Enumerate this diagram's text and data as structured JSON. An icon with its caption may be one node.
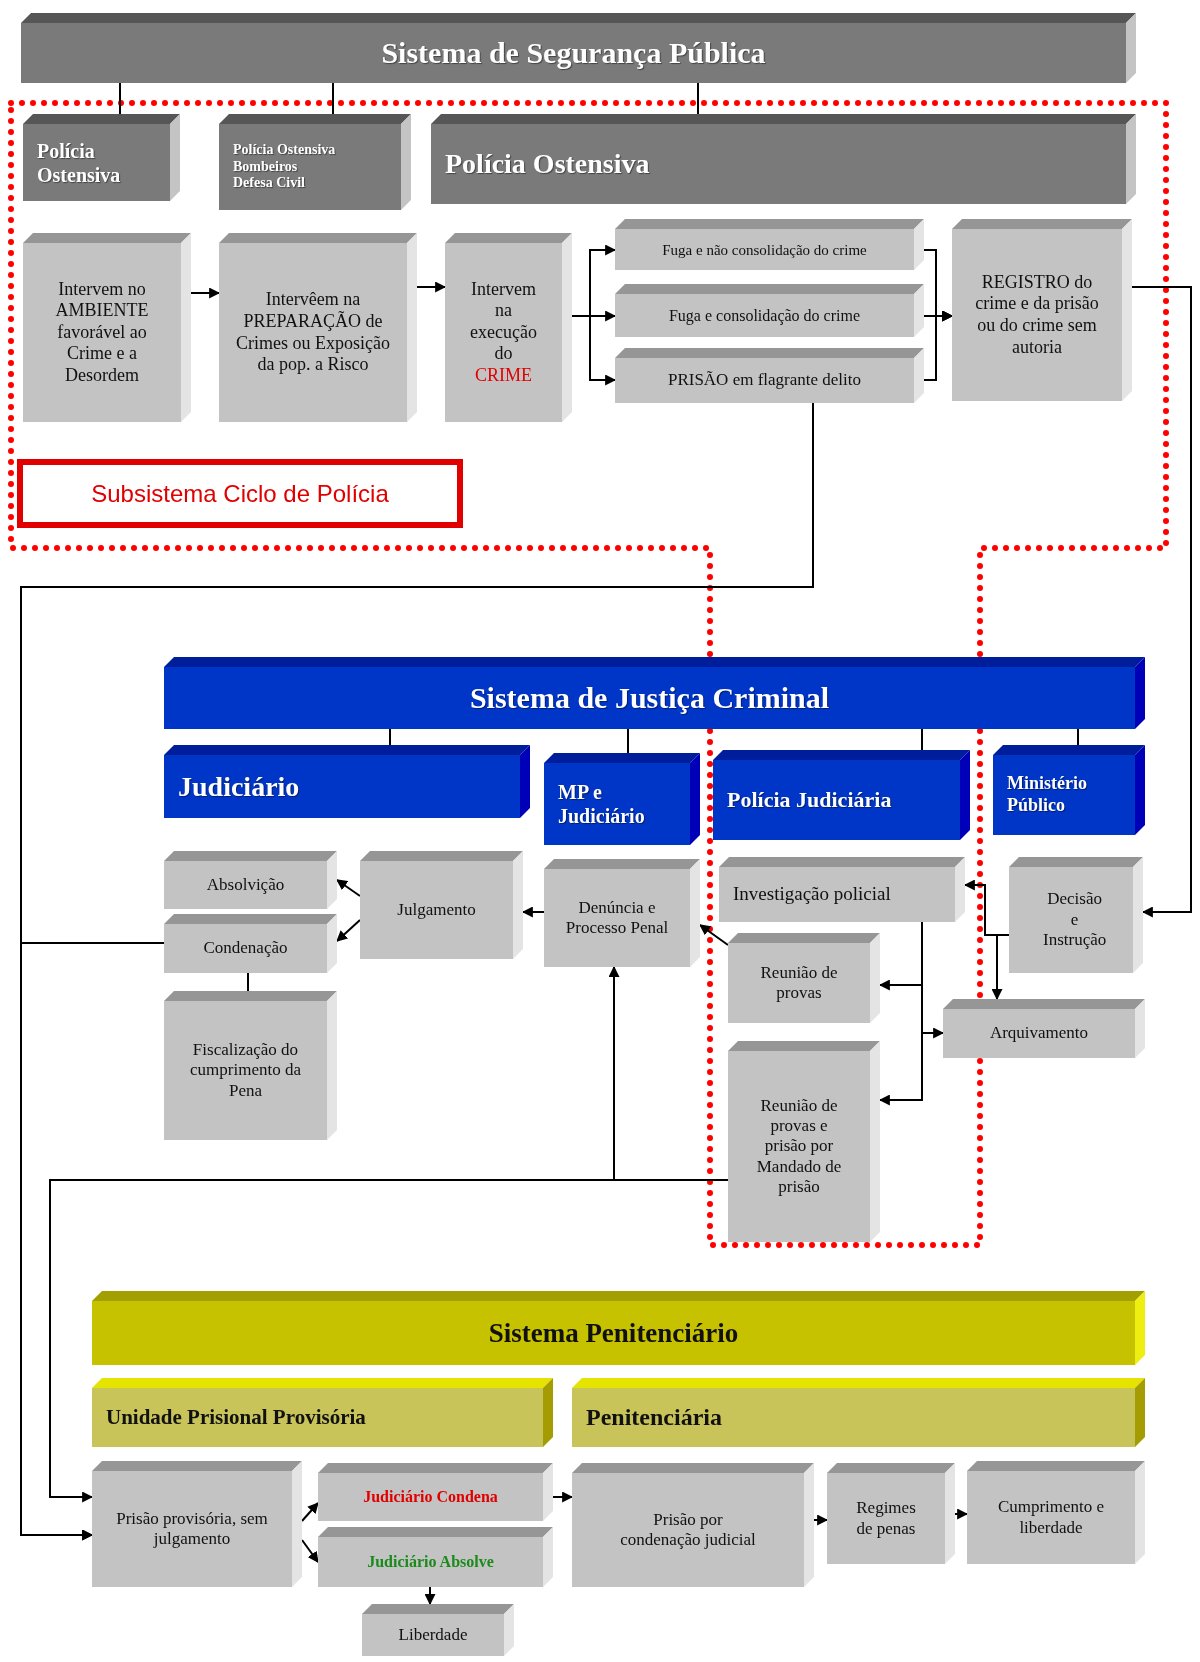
{
  "diagram": {
    "nodes": [
      {
        "text": [
          "Sistema de Segurança Pública"
        ]
      },
      {
        "text": [
          "Polícia Ostensiva"
        ]
      },
      {
        "text": [
          "Polícia Ostensiva",
          "Bombeiros",
          "Defesa Civil"
        ]
      },
      {
        "text": [
          "Polícia Ostensiva"
        ]
      },
      {
        "text": [
          "Intervem no AMBIENTE favorável ao Crime e a Desordem"
        ]
      },
      {
        "text": [
          "Intervêem na PREPARAÇÃO de Crimes ou Exposição da pop. a Risco"
        ]
      },
      {
        "text": [
          "Intervem na execução do",
          "CRIME"
        ]
      },
      {
        "text": [
          "Fuga e não consolidação do crime"
        ]
      },
      {
        "text": [
          "Fuga e consolidação do crime"
        ]
      },
      {
        "text": [
          "PRISÃO em flagrante delito"
        ]
      },
      {
        "text": [
          "REGISTRO do crime e da prisão ou do crime sem autoria"
        ]
      },
      {
        "text": [
          "Subsistema Ciclo de Polícia"
        ]
      },
      {
        "text": [
          "Sistema de Justiça Criminal"
        ]
      },
      {
        "text": [
          "Judiciário"
        ]
      },
      {
        "text": [
          "MP e Judiciário"
        ]
      },
      {
        "text": [
          "Polícia Judiciária"
        ]
      },
      {
        "text": [
          "Ministério Público"
        ]
      },
      {
        "text": [
          "Absolvição"
        ]
      },
      {
        "text": [
          "Condenação"
        ]
      },
      {
        "text": [
          "Julgamento"
        ]
      },
      {
        "text": [
          "Denúncia e Processo Penal"
        ]
      },
      {
        "text": [
          "Investigação policial"
        ]
      },
      {
        "text": [
          "Decisão e Instrução"
        ]
      },
      {
        "text": [
          "Fiscalização do cumprimento da Pena"
        ]
      },
      {
        "text": [
          "Reunião de provas"
        ]
      },
      {
        "text": [
          "Arquivamento"
        ]
      },
      {
        "text": [
          "Reunião de provas e prisão por Mandado de prisão"
        ]
      },
      {
        "text": [
          "Sistema Penitenciário"
        ]
      },
      {
        "text": [
          "Unidade Prisional Provisória"
        ]
      },
      {
        "text": [
          "Penitenciária"
        ]
      },
      {
        "text": [
          "Prisão provisória, sem julgamento"
        ]
      },
      {
        "text": [
          "Judiciário Condena"
        ]
      },
      {
        "text": [
          "Judiciário Absolve"
        ]
      },
      {
        "text": [
          "Prisão por condenação judicial"
        ]
      },
      {
        "text": [
          "Regimes de penas"
        ]
      },
      {
        "text": [
          "Cumprimento e liberdade"
        ]
      },
      {
        "text": [
          "Liberdade"
        ]
      }
    ],
    "edges": [
      {
        "from": 0,
        "to": 1,
        "arrow": "none"
      },
      {
        "from": 0,
        "to": 2,
        "arrow": "none"
      },
      {
        "from": 0,
        "to": 3,
        "arrow": "none"
      },
      {
        "from": 4,
        "to": 5,
        "arrow": "to"
      },
      {
        "from": 5,
        "to": 6,
        "arrow": "to"
      },
      {
        "from": 6,
        "to": 7,
        "arrow": "to"
      },
      {
        "from": 6,
        "to": 8,
        "arrow": "to"
      },
      {
        "from": 6,
        "to": 9,
        "arrow": "to"
      },
      {
        "from": 7,
        "to": 10,
        "arrow": "to"
      },
      {
        "from": 8,
        "to": 10,
        "arrow": "to"
      },
      {
        "from": 9,
        "to": 10,
        "arrow": "to"
      },
      {
        "from": 10,
        "to": 22,
        "arrow": "to"
      },
      {
        "from": 9,
        "to": 30,
        "arrow": "to"
      },
      {
        "from": 18,
        "to": 30,
        "arrow": "to"
      },
      {
        "from": 20,
        "to": 19,
        "arrow": "to"
      },
      {
        "from": 19,
        "to": 17,
        "arrow": "to"
      },
      {
        "from": 19,
        "to": 18,
        "arrow": "to"
      },
      {
        "from": 18,
        "to": 23,
        "arrow": "none"
      },
      {
        "from": 24,
        "to": 20,
        "arrow": "to"
      },
      {
        "from": 26,
        "to": 20,
        "arrow": "to"
      },
      {
        "from": 26,
        "to": 30,
        "arrow": "to"
      },
      {
        "from": 21,
        "to": 24,
        "arrow": "to"
      },
      {
        "from": 21,
        "to": 26,
        "arrow": "to"
      },
      {
        "from": 21,
        "to": 25,
        "arrow": "to"
      },
      {
        "from": 22,
        "to": 21,
        "arrow": "to"
      },
      {
        "from": 22,
        "to": 25,
        "arrow": "to"
      },
      {
        "from": 12,
        "to": 13,
        "arrow": "none"
      },
      {
        "from": 12,
        "to": 14,
        "arrow": "none"
      },
      {
        "from": 12,
        "to": 15,
        "arrow": "none"
      },
      {
        "from": 12,
        "to": 16,
        "arrow": "none"
      },
      {
        "from": 30,
        "to": 31,
        "arrow": "to"
      },
      {
        "from": 30,
        "to": 32,
        "arrow": "to"
      },
      {
        "from": 31,
        "to": 33,
        "arrow": "to"
      },
      {
        "from": 33,
        "to": 34,
        "arrow": "to"
      },
      {
        "from": 34,
        "to": 35,
        "arrow": "to"
      },
      {
        "from": 32,
        "to": 36,
        "arrow": "to"
      }
    ]
  }
}
